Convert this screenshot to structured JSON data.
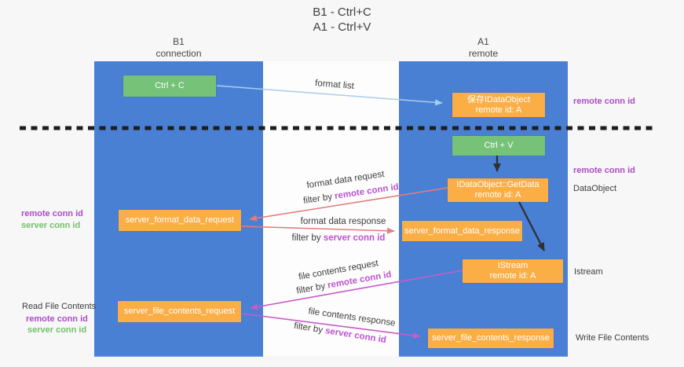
{
  "title": {
    "line1": "B1 - Ctrl+C",
    "line2": "A1 - Ctrl+V"
  },
  "columns": {
    "left": {
      "name": "B1",
      "role": "connection"
    },
    "right": {
      "name": "A1",
      "role": "remote"
    }
  },
  "boxes": {
    "ctrl_c": {
      "label": "Ctrl + C"
    },
    "ctrl_v": {
      "label": "Ctrl + V"
    },
    "save_dataobject": {
      "line1": "保存IDataObject",
      "line2": "remote id: A"
    },
    "getdata": {
      "line1": "IDataObject::GetData",
      "line2": "remote id: A"
    },
    "istream": {
      "line1": "IStream",
      "line2": "remote id: A"
    },
    "server_format_data_request": {
      "label": "server_format_data_request"
    },
    "server_format_data_response": {
      "label": "server_format_data_response"
    },
    "server_file_contents_request": {
      "label": "server_file_contents_request"
    },
    "server_file_contents_response": {
      "label": "server_file_contents_response"
    }
  },
  "arrow_labels": {
    "format_list": "format list",
    "format_data_request": {
      "text": "format data request",
      "filter_prefix": "filter by ",
      "filter_key": "remote conn id"
    },
    "format_data_response": {
      "text": "format data response",
      "filter_prefix": "filter by ",
      "filter_key": "server conn id"
    },
    "file_contents_request": {
      "text": "file contents request",
      "filter_prefix": "filter by ",
      "filter_key": "remote conn id"
    },
    "file_contents_response": {
      "text": "file contents response",
      "filter_prefix": "filter by ",
      "filter_key": "server conn id"
    }
  },
  "side_labels": {
    "remote_conn_top": "remote conn id",
    "remote_conn_mid": "remote conn id",
    "dataobject": "DataObject",
    "istream": "Istream",
    "write_file_contents": "Write File Contents",
    "read_file_contents": "Read File Contents",
    "left_remote_conn": "remote conn id",
    "left_server_conn": "server conn id",
    "read_remote_conn": "remote conn id",
    "read_server_conn": "server conn id"
  },
  "colors": {
    "column_blue": "#4a80d4",
    "box_green": "#77c279",
    "box_orange": "#fbae45",
    "arrow_salmon": "#e57b7e",
    "arrow_magenta": "#c65bc9",
    "arrow_lightblue": "#a8cdec",
    "arrow_black": "#303030",
    "dashed_line": "#1e1e1e",
    "label_purple": "#ab4cc4",
    "label_green": "#72c069",
    "filter_magenta": "#bc53cd"
  }
}
